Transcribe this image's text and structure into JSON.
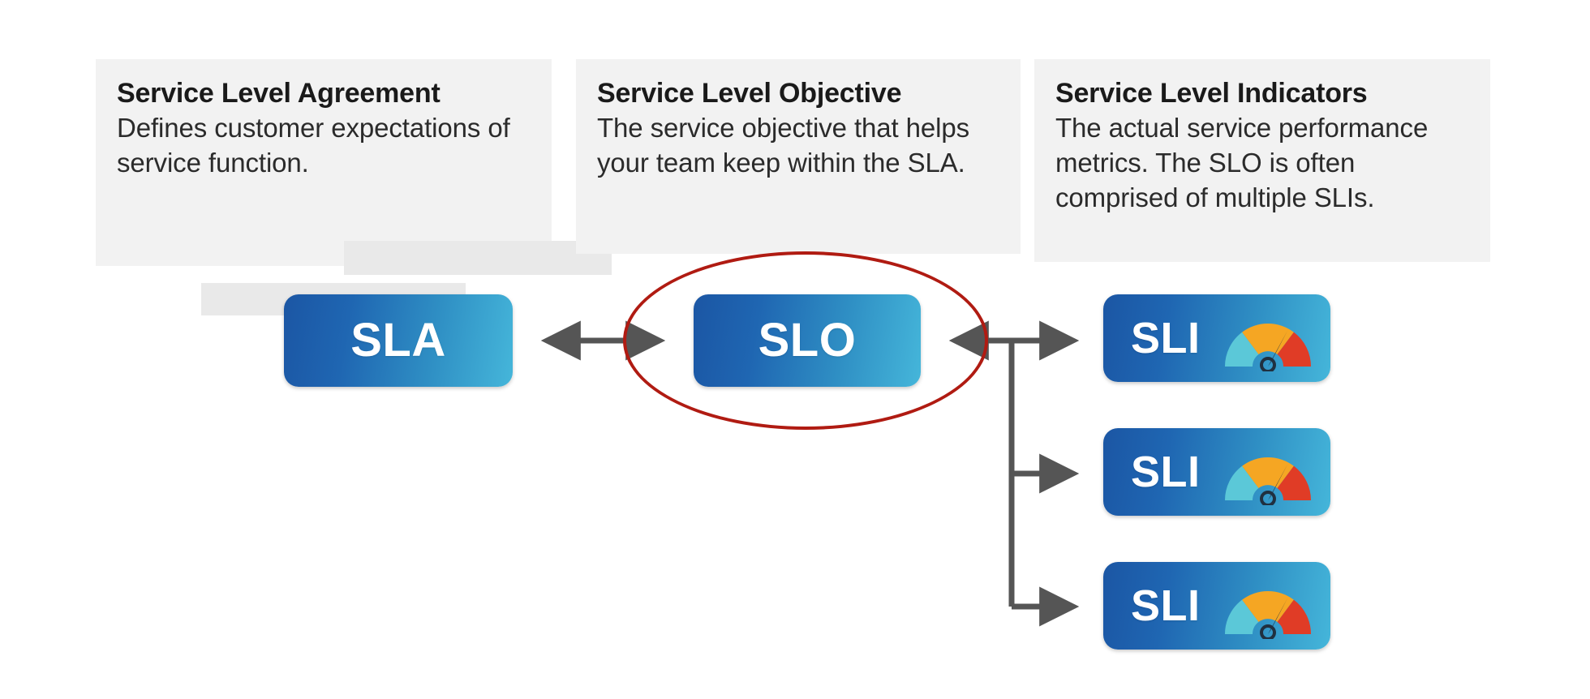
{
  "diagram": {
    "title_concept": "SLA SLO SLI relationship",
    "background_color": "#ffffff",
    "card_background": "#f2f2f2",
    "redaction_color": "#e9e9e9",
    "node_gradient_start": "#1b56a4",
    "node_gradient_end": "#45b6da",
    "connector_color": "#555555",
    "highlight_color": "#b01b12"
  },
  "cards": [
    {
      "id": "sla",
      "title": "Service Level Agreement",
      "body": "Defines customer expectations of service function.",
      "redactions": 2
    },
    {
      "id": "slo",
      "title": "Service Level Objective",
      "body": "The service objective that helps your team keep within the SLA.",
      "redactions": 0
    },
    {
      "id": "sli",
      "title": "Service Level Indicators",
      "body": "The actual service performance metrics. The SLO is often comprised of multiple SLIs.",
      "redactions": 0
    }
  ],
  "nodes": {
    "sla": {
      "label": "SLA"
    },
    "slo": {
      "label": "SLO",
      "highlighted": true
    },
    "sli": [
      {
        "label": "SLI",
        "icon": "gauge-icon"
      },
      {
        "label": "SLI",
        "icon": "gauge-icon"
      },
      {
        "label": "SLI",
        "icon": "gauge-icon"
      }
    ]
  },
  "gauge": {
    "segment_colors": [
      "#5bc8d8",
      "#f5a623",
      "#e03c26"
    ],
    "needle_color": "#203040",
    "needle_angle_deg": 28
  },
  "connections": [
    {
      "from": "SLA",
      "to": "SLO",
      "style": "double-arrow"
    },
    {
      "from": "SLI group",
      "to": "SLO",
      "style": "arrow"
    },
    {
      "from": "branch",
      "to": "SLI 1",
      "style": "arrow"
    },
    {
      "from": "branch",
      "to": "SLI 2",
      "style": "arrow"
    },
    {
      "from": "branch",
      "to": "SLI 3",
      "style": "arrow"
    }
  ]
}
